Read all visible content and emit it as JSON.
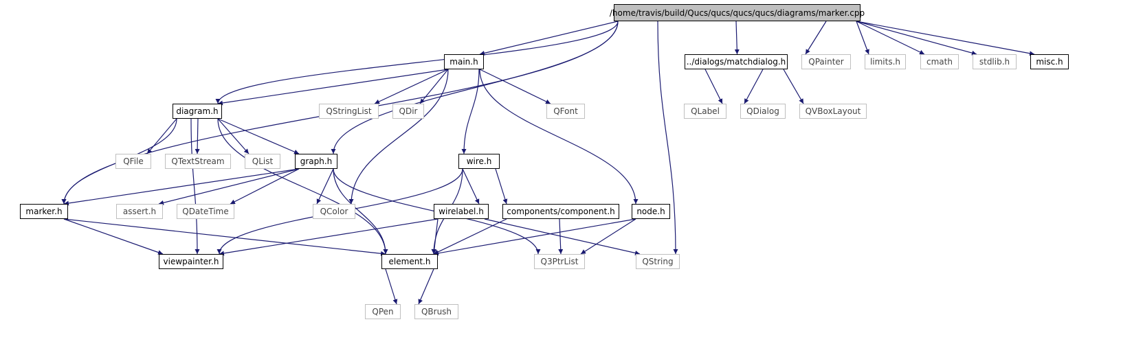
{
  "nodes": {
    "marker_cpp": {
      "label": "/home/travis/build/Qucs/qucs/qucs/qucs/diagrams/marker.cpp",
      "kind": "root"
    },
    "main_h": {
      "label": "main.h",
      "kind": "int"
    },
    "matchdialog_h": {
      "label": "../dialogs/matchdialog.h",
      "kind": "int"
    },
    "QPainter": {
      "label": "QPainter",
      "kind": "ext"
    },
    "limits_h": {
      "label": "limits.h",
      "kind": "ext"
    },
    "cmath": {
      "label": "cmath",
      "kind": "ext"
    },
    "stdlib_h": {
      "label": "stdlib.h",
      "kind": "ext"
    },
    "misc_h": {
      "label": "misc.h",
      "kind": "int"
    },
    "diagram_h": {
      "label": "diagram.h",
      "kind": "int"
    },
    "QStringList": {
      "label": "QStringList",
      "kind": "ext"
    },
    "QDir": {
      "label": "QDir",
      "kind": "ext"
    },
    "QFont": {
      "label": "QFont",
      "kind": "ext"
    },
    "QLabel": {
      "label": "QLabel",
      "kind": "ext"
    },
    "QDialog": {
      "label": "QDialog",
      "kind": "ext"
    },
    "QVBoxLayout": {
      "label": "QVBoxLayout",
      "kind": "ext"
    },
    "QFile": {
      "label": "QFile",
      "kind": "ext"
    },
    "QTextStream": {
      "label": "QTextStream",
      "kind": "ext"
    },
    "QList": {
      "label": "QList",
      "kind": "ext"
    },
    "graph_h": {
      "label": "graph.h",
      "kind": "int"
    },
    "wire_h": {
      "label": "wire.h",
      "kind": "int"
    },
    "marker_h": {
      "label": "marker.h",
      "kind": "int"
    },
    "assert_h": {
      "label": "assert.h",
      "kind": "ext"
    },
    "QDateTime": {
      "label": "QDateTime",
      "kind": "ext"
    },
    "QColor": {
      "label": "QColor",
      "kind": "ext"
    },
    "wirelabel_h": {
      "label": "wirelabel.h",
      "kind": "int"
    },
    "component_h": {
      "label": "components/component.h",
      "kind": "int"
    },
    "node_h": {
      "label": "node.h",
      "kind": "int"
    },
    "viewpainter_h": {
      "label": "viewpainter.h",
      "kind": "int"
    },
    "element_h": {
      "label": "element.h",
      "kind": "int"
    },
    "Q3PtrList": {
      "label": "Q3PtrList",
      "kind": "ext"
    },
    "QString": {
      "label": "QString",
      "kind": "ext"
    },
    "QPen": {
      "label": "QPen",
      "kind": "ext"
    },
    "QBrush": {
      "label": "QBrush",
      "kind": "ext"
    }
  },
  "edges": [
    [
      "marker_cpp",
      "main_h"
    ],
    [
      "marker_cpp",
      "matchdialog_h"
    ],
    [
      "marker_cpp",
      "QPainter"
    ],
    [
      "marker_cpp",
      "limits_h"
    ],
    [
      "marker_cpp",
      "cmath"
    ],
    [
      "marker_cpp",
      "stdlib_h"
    ],
    [
      "marker_cpp",
      "misc_h"
    ],
    [
      "marker_cpp",
      "diagram_h"
    ],
    [
      "marker_cpp",
      "graph_h"
    ],
    [
      "marker_cpp",
      "marker_h"
    ],
    [
      "marker_cpp",
      "QString"
    ],
    [
      "main_h",
      "diagram_h"
    ],
    [
      "main_h",
      "QStringList"
    ],
    [
      "main_h",
      "QDir"
    ],
    [
      "main_h",
      "QFont"
    ],
    [
      "main_h",
      "wire_h"
    ],
    [
      "main_h",
      "QColor"
    ],
    [
      "main_h",
      "node_h"
    ],
    [
      "matchdialog_h",
      "QLabel"
    ],
    [
      "matchdialog_h",
      "QDialog"
    ],
    [
      "matchdialog_h",
      "QVBoxLayout"
    ],
    [
      "diagram_h",
      "QFile"
    ],
    [
      "diagram_h",
      "QTextStream"
    ],
    [
      "diagram_h",
      "QList"
    ],
    [
      "diagram_h",
      "graph_h"
    ],
    [
      "diagram_h",
      "marker_h"
    ],
    [
      "diagram_h",
      "viewpainter_h"
    ],
    [
      "diagram_h",
      "element_h"
    ],
    [
      "graph_h",
      "marker_h"
    ],
    [
      "graph_h",
      "assert_h"
    ],
    [
      "graph_h",
      "QDateTime"
    ],
    [
      "graph_h",
      "QColor"
    ],
    [
      "graph_h",
      "element_h"
    ],
    [
      "graph_h",
      "Q3PtrList"
    ],
    [
      "wire_h",
      "wirelabel_h"
    ],
    [
      "wire_h",
      "component_h"
    ],
    [
      "wire_h",
      "viewpainter_h"
    ],
    [
      "wire_h",
      "element_h"
    ],
    [
      "wirelabel_h",
      "viewpainter_h"
    ],
    [
      "wirelabel_h",
      "element_h"
    ],
    [
      "wirelabel_h",
      "QString"
    ],
    [
      "component_h",
      "element_h"
    ],
    [
      "component_h",
      "Q3PtrList"
    ],
    [
      "node_h",
      "element_h"
    ],
    [
      "node_h",
      "Q3PtrList"
    ],
    [
      "marker_h",
      "viewpainter_h"
    ],
    [
      "marker_h",
      "element_h"
    ],
    [
      "element_h",
      "QPen"
    ],
    [
      "element_h",
      "QBrush"
    ]
  ],
  "colors": {
    "edge": "#191970",
    "root_fill": "#bfbfbf",
    "ext_border": "#bfbfbf",
    "int_border": "#000000"
  }
}
